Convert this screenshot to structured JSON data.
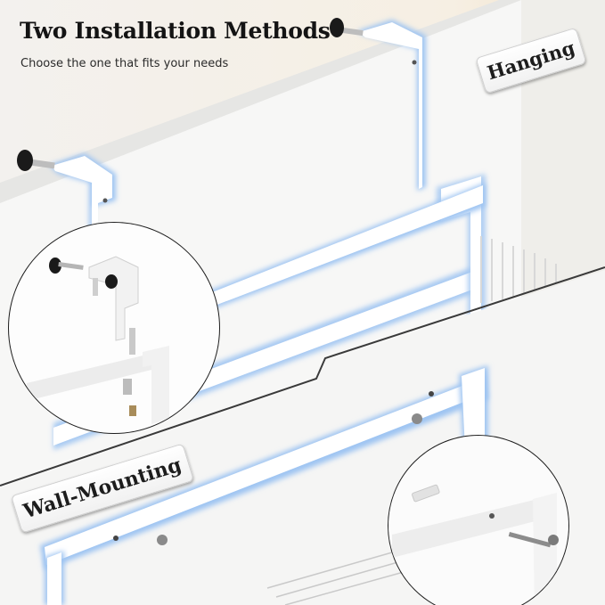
{
  "header": {
    "title": "Two Installation Methods",
    "subtitle": "Choose the one that fits your needs"
  },
  "labels": {
    "hanging": "Hanging",
    "wall_mounting": "Wall-Mounting"
  },
  "colors": {
    "background_warm": "#f4efe6",
    "wall": "#ecebe9",
    "door": "#fafafa",
    "frame": "#ffffff",
    "frame_glow": "#9ec4f2",
    "knob": "#1a1a1a",
    "screw": "#b9b9b9"
  },
  "icons": [
    "hook-bracket-icon",
    "screw-icon",
    "wall-anchor-icon",
    "door-knob-screw-icon"
  ]
}
